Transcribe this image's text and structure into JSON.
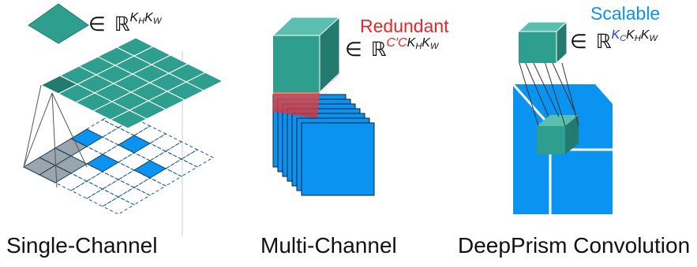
{
  "panels": [
    {
      "caption": "Single-Channel",
      "formula": {
        "in": "∈",
        "set": "ℝ",
        "sup": [
          {
            "text": "K",
            "sub": "H"
          },
          {
            "text": "K",
            "sub": "W"
          }
        ]
      }
    },
    {
      "caption": "Multi-Channel",
      "annotation": "Redundant",
      "formula": {
        "in": "∈",
        "set": "ℝ",
        "sup_colored": "C′C",
        "sup": [
          {
            "text": "K",
            "sub": "H"
          },
          {
            "text": "K",
            "sub": "W"
          }
        ]
      }
    },
    {
      "caption": "DeepPrism Convolution",
      "annotation": "Scalable",
      "formula": {
        "in": "∈",
        "set": "ℝ",
        "sup_colored": "K",
        "sup_colored_sub": "C",
        "sup": [
          {
            "text": "K",
            "sub": "H"
          },
          {
            "text": "K",
            "sub": "W"
          }
        ]
      }
    }
  ],
  "colors": {
    "teal": "#2E9E8E",
    "teal_dark": "#237A6E",
    "teal_light": "#5BBFAF",
    "blue": "#0A93F0",
    "blue_dark": "#0670BC",
    "red": "#E8262A",
    "salmon": "#F2746B",
    "gray": "#9AA6AE",
    "dash_blue": "#1F5F8A",
    "formula_blue": "#1F3FE0"
  }
}
